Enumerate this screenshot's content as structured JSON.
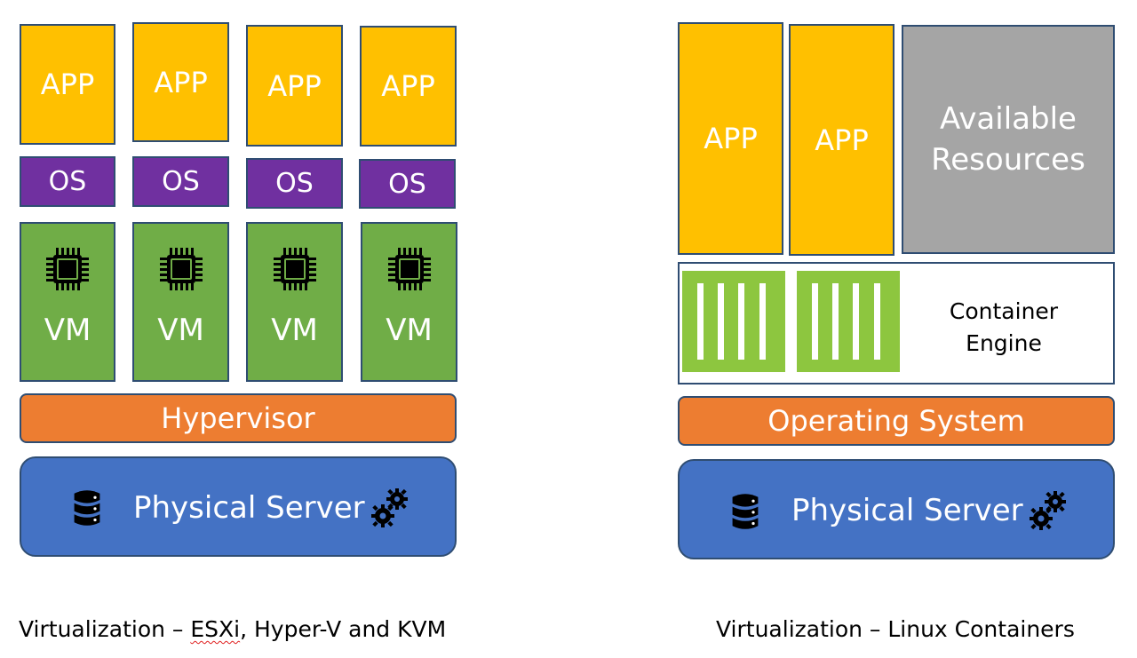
{
  "left": {
    "app_labels": [
      "APP",
      "APP",
      "APP",
      "APP"
    ],
    "os_labels": [
      "OS",
      "OS",
      "OS",
      "OS"
    ],
    "vm_labels": [
      "VM",
      "VM",
      "VM",
      "VM"
    ],
    "hypervisor_label": "Hypervisor",
    "server_label": "Physical Server",
    "caption_prefix": "Virtualization – ",
    "caption_esxi": "ESXi",
    "caption_suffix": ", Hyper-V and KVM"
  },
  "right": {
    "app_labels": [
      "APP",
      "APP"
    ],
    "available_line1": "Available",
    "available_line2": "Resources",
    "engine_line1": "Container",
    "engine_line2": "Engine",
    "os_label": "Operating System",
    "server_label": "Physical Server",
    "caption": "Virtualization – Linux Containers"
  },
  "colors": {
    "app": "#ffc000",
    "os": "#7030a0",
    "vm": "#70ad47",
    "hypervisor": "#ed7d31",
    "server": "#4472c4",
    "available": "#a5a5a5",
    "container": "#8dc63f",
    "border": "#2f4d72"
  },
  "icons": [
    "cpu-chip-icon",
    "database-icon",
    "gears-icon",
    "container-icon"
  ]
}
